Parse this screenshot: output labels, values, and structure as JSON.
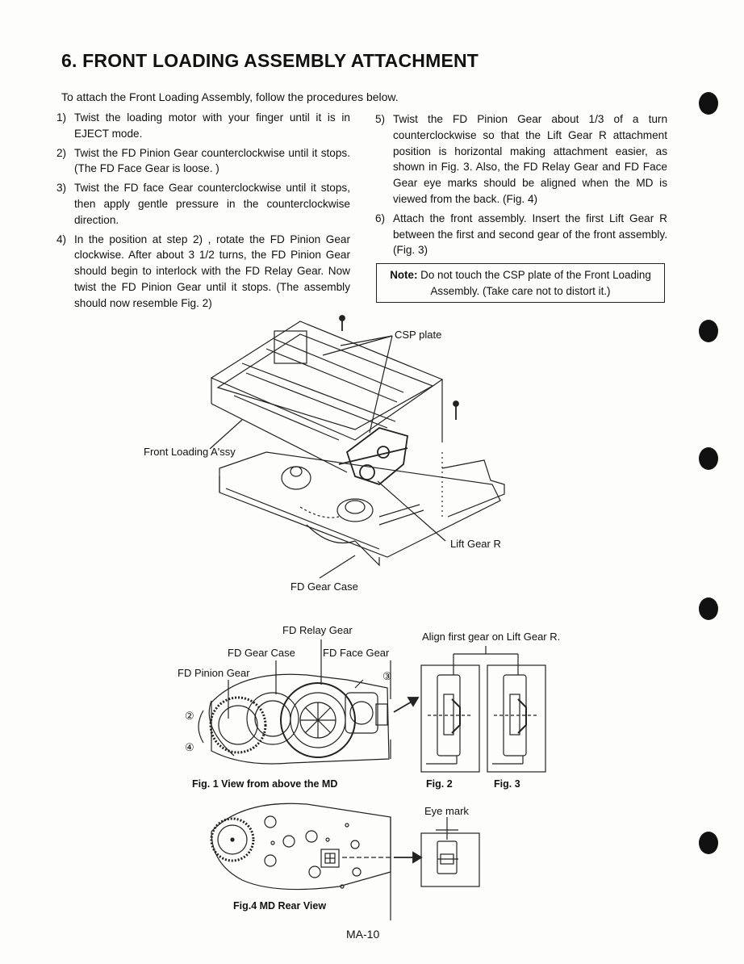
{
  "heading": "6.  FRONT LOADING ASSEMBLY ATTACHMENT",
  "intro": "To attach the Front Loading Assembly, follow the procedures below.",
  "steps_left": [
    {
      "num": "1)",
      "text": "Twist the loading motor with your finger until it is in EJECT mode."
    },
    {
      "num": "2)",
      "text": "Twist the FD Pinion Gear counterclockwise until it stops. (The FD Face Gear is loose. )"
    },
    {
      "num": "3)",
      "text": "Twist the FD face Gear counterclockwise until it stops, then apply gentle pressure in the counterclockwise direction."
    },
    {
      "num": "4)",
      "text": "In the position at step 2) , rotate the FD Pinion Gear clockwise. After about 3 1/2 turns, the FD Pinion Gear should begin to interlock with the FD Relay Gear. Now twist the FD Pinion Gear until it stops. (The assembly should now resemble Fig. 2)"
    }
  ],
  "steps_right": [
    {
      "num": "5)",
      "text": "Twist the FD Pinion Gear about 1/3 of a turn counterclockwise so that the Lift Gear R attachment position is horizontal making attachment easier, as shown in Fig. 3. Also, the FD Relay Gear and FD Face Gear eye marks should be aligned when the MD is viewed from the back. (Fig. 4)"
    },
    {
      "num": "6)",
      "text": "Attach the front assembly. Insert the first Lift Gear R between the first and second gear of the front assembly. (Fig. 3)"
    }
  ],
  "note": {
    "label": "Note:",
    "text": "Do not touch the CSP plate of the Front Loading Assembly. (Take care not to distort it.)"
  },
  "main_figure": {
    "labels": {
      "csp_plate": "CSP plate",
      "front_loading": "Front Loading A'ssy",
      "lift_gear": "Lift Gear R",
      "fd_gear_case": "FD Gear Case"
    }
  },
  "fig1": {
    "labels": {
      "relay_gear": "FD Relay Gear",
      "gear_case": "FD Gear Case",
      "face_gear": "FD Face Gear",
      "pinion_gear": "FD Pinion Gear"
    },
    "markers": {
      "m2": "②",
      "m3": "③",
      "m4": "④"
    },
    "caption": "Fig. 1 View from above the MD"
  },
  "fig23": {
    "align_label": "Align first gear on Lift Gear R.",
    "fig2_caption": "Fig. 2",
    "fig3_caption": "Fig. 3"
  },
  "fig4": {
    "eye_mark": "Eye mark",
    "caption": "Fig.4 MD Rear View"
  },
  "page_number": "MA-10"
}
